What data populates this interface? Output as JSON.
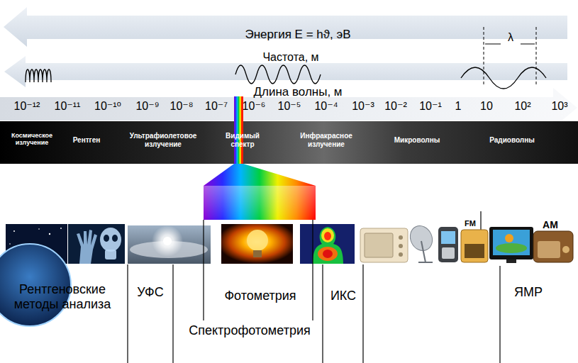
{
  "diagram": {
    "labels": [
      "Энергия E = hϑ, эВ",
      "λ",
      "Частота, м",
      "Длина волны, м",
      "10⁻¹²",
      "10⁻¹¹",
      "10⁻¹⁰",
      "10⁻⁹",
      "10⁻⁸",
      "10⁻⁷",
      "10⁻⁶",
      "10⁻⁵",
      "10⁻⁴",
      "10⁻³",
      "10⁻²",
      "10⁻¹",
      "1",
      "10",
      "10²",
      "10³",
      "Космическое излучение",
      "Рентген",
      "Ультрафиолетовое излучение",
      "Видимый спектр",
      "Инфракрасное излучение",
      "Микроволны",
      "Радиоволны",
      "FM",
      "AM",
      "Рентгеновские методы анализа",
      "УФС",
      "Фотометрия",
      "ИКС",
      "Спектрофотометрия",
      "ЯМР"
    ]
  }
}
